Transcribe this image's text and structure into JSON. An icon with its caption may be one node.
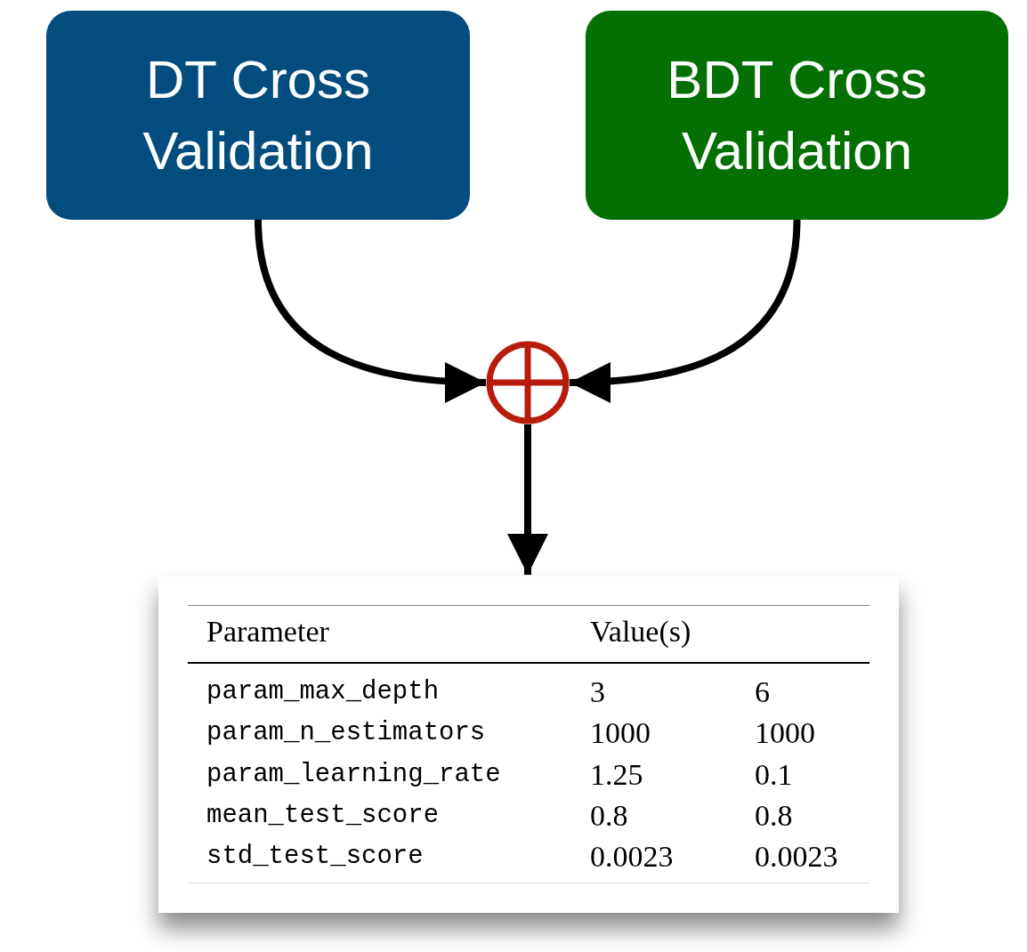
{
  "diagram": {
    "nodes": [
      {
        "text": [
          "DT Cross Validation"
        ]
      },
      {
        "text": [
          "BDT Cross Validation"
        ]
      },
      {
        "text": [],
        "shape": "circle"
      },
      {
        "text": [],
        "shape": "box"
      }
    ],
    "edges": [
      {
        "from": 0,
        "to": 2,
        "arrow": "to"
      },
      {
        "from": 1,
        "to": 2,
        "arrow": "to"
      },
      {
        "from": 2,
        "to": 3,
        "arrow": "to"
      }
    ],
    "labels": [
      "Parameter",
      "Value(s)",
      "param_max_depth",
      "3",
      "6",
      "param_n_estimators",
      "1000",
      "1000",
      "param_learning_rate",
      "1.25",
      "0.1",
      "mean_test_score",
      "0.8",
      "0.8",
      "std_test_score",
      "0.0023",
      "0.0023"
    ]
  }
}
